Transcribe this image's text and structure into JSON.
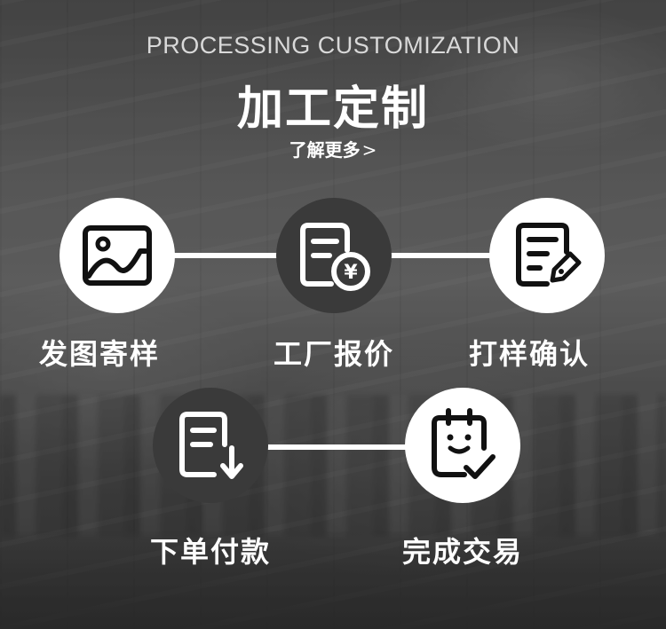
{
  "header": {
    "subtitle": "PROCESSING CUSTOMIZATION",
    "title": "加工定制",
    "more_link": "了解更多",
    "more_chevron": ">"
  },
  "steps": [
    {
      "label": "发图寄样",
      "icon": "image-icon"
    },
    {
      "label": "工厂报价",
      "icon": "quote-yen-icon"
    },
    {
      "label": "打样确认",
      "icon": "edit-document-icon"
    },
    {
      "label": "下单付款",
      "icon": "order-download-icon"
    },
    {
      "label": "完成交易",
      "icon": "clipboard-check-icon"
    }
  ],
  "icon_yen": "¥",
  "colors": {
    "circle_light": "#ffffff",
    "circle_dark": "#3a3a3a",
    "text": "#ffffff"
  }
}
